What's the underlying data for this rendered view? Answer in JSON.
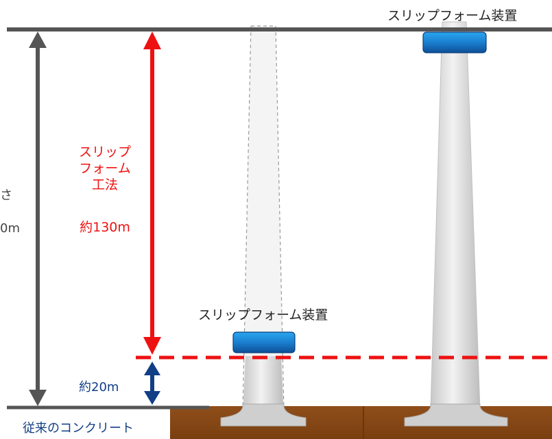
{
  "labels": {
    "slipform_device_top": "スリップフォーム装置",
    "slipform_device_mid": "スリップフォーム装置",
    "slipform_method_line1": "スリップ",
    "slipform_method_line2": "フォーム",
    "slipform_method_line3": "工法",
    "slipform_height": "約130m",
    "conventional_height": "約20m",
    "conventional_method": "従来のコンクリート",
    "total_height_fragment": "さ",
    "total_value_fragment": "0m"
  },
  "colors": {
    "height_arrow": "#555555",
    "slipform_arrow": "#ee1111",
    "conventional_arrow": "#123e86",
    "dashed_line": "#ee1111",
    "ground": "#8b4513",
    "tower": "#d9d9d9",
    "device": "#1b83d0"
  }
}
